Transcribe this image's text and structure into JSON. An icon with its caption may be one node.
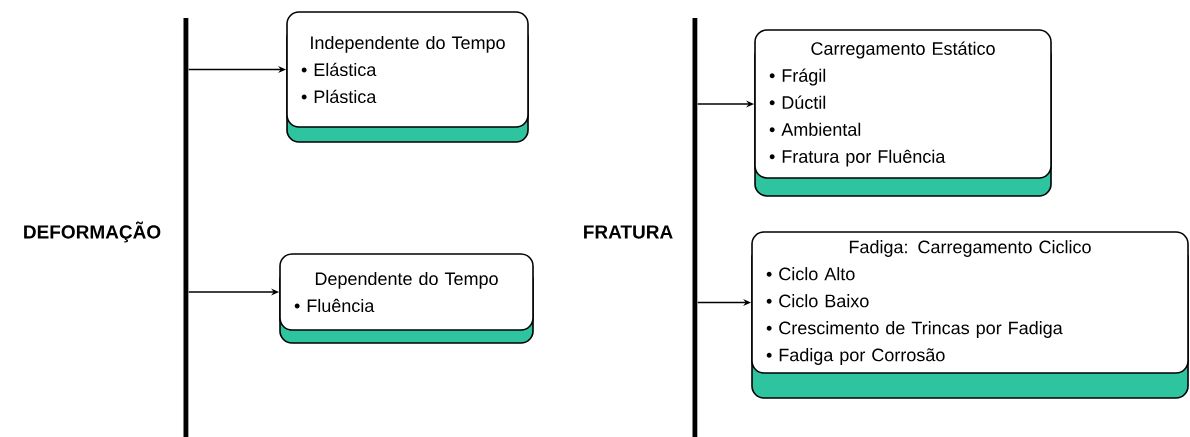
{
  "diagram": {
    "nodes": [
      {
        "text": [],
        "shape": "bar"
      },
      {
        "text": [
          "Independente do Tempo",
          "• Elástica",
          "• Plástica"
        ]
      },
      {
        "text": [
          "Dependente do Tempo",
          "• Fluência"
        ]
      },
      {
        "text": [],
        "shape": "bar"
      },
      {
        "text": [
          "Carregamento Estático",
          "• Frágil",
          "• Dúctil",
          "• Ambiental",
          "• Fratura por Fluência"
        ]
      },
      {
        "text": [
          "Fadiga: Carregamento Ciclico",
          "• Ciclo Alto",
          "• Ciclo Baixo",
          "• Crescimento de Trincas por Fadiga",
          "• Fadiga por Corrosão"
        ]
      }
    ],
    "edges": [
      {
        "from": 0,
        "to": 1,
        "arrow": "to"
      },
      {
        "from": 0,
        "to": 2,
        "arrow": "to"
      },
      {
        "from": 3,
        "to": 4,
        "arrow": "to"
      },
      {
        "from": 3,
        "to": 5,
        "arrow": "to"
      }
    ],
    "labels": [
      "DEFORMAÇÃO",
      "FRATURA"
    ]
  }
}
